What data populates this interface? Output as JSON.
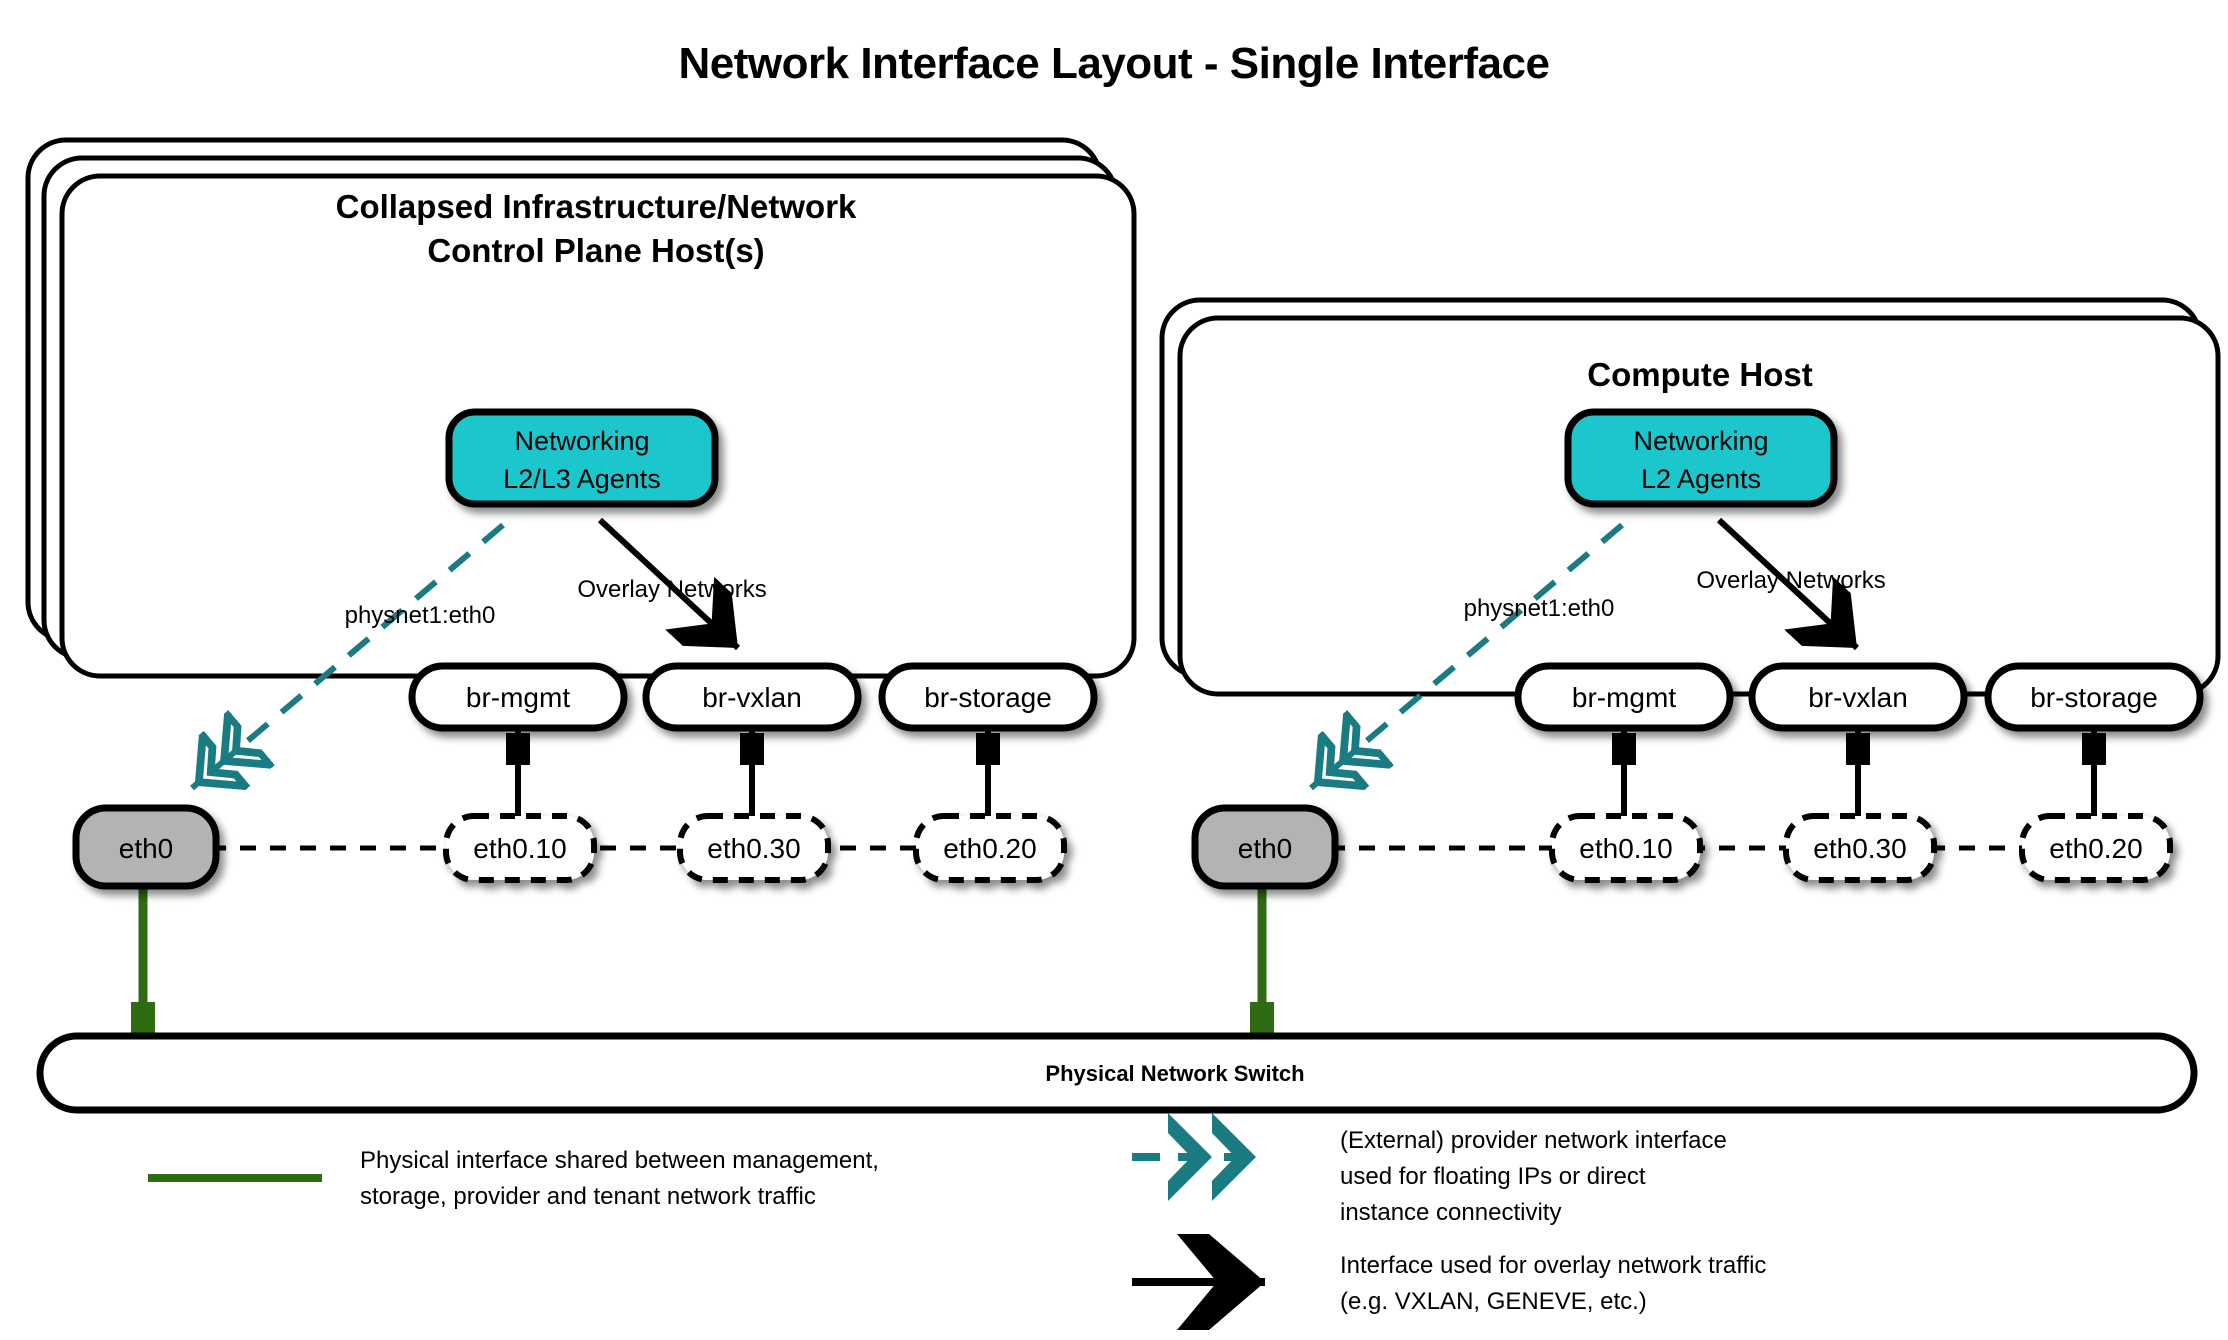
{
  "title": "Network Interface Layout - Single Interface",
  "colors": {
    "teal_agent_fill": "#1FC6CD",
    "teal_dashed_line": "#1A7C82",
    "green_physical": "#2E6B14",
    "gray_nic_fill": "#B3B3B3",
    "stroke_black": "#000000",
    "background": "#FFFFFF"
  },
  "hosts": [
    {
      "id": "control-plane-host",
      "title_line1": "Collapsed Infrastructure/Network",
      "title_line2": "Control Plane Host(s)",
      "stack_count": 3,
      "agent": {
        "line1": "Networking",
        "line2": "L2/L3 Agents"
      },
      "edge_labels": {
        "provider": "physnet1:eth0",
        "overlay": "Overlay Networks"
      },
      "nic": "eth0",
      "bridges": [
        {
          "bridge": "br-mgmt",
          "vlan": "eth0.10"
        },
        {
          "bridge": "br-vxlan",
          "vlan": "eth0.30"
        },
        {
          "bridge": "br-storage",
          "vlan": "eth0.20"
        }
      ]
    },
    {
      "id": "compute-host",
      "title_line1": "Compute Host",
      "title_line2": "",
      "stack_count": 2,
      "agent": {
        "line1": "Networking",
        "line2": "L2 Agents"
      },
      "edge_labels": {
        "provider": "physnet1:eth0",
        "overlay": "Overlay Networks"
      },
      "nic": "eth0",
      "bridges": [
        {
          "bridge": "br-mgmt",
          "vlan": "eth0.10"
        },
        {
          "bridge": "br-vxlan",
          "vlan": "eth0.30"
        },
        {
          "bridge": "br-storage",
          "vlan": "eth0.20"
        }
      ]
    }
  ],
  "switch": {
    "label": "Physical Network Switch"
  },
  "legend": [
    {
      "id": "physical-interface",
      "style": "solid-green-line",
      "lines": [
        "Physical interface shared between management,",
        "storage, provider and tenant network traffic"
      ]
    },
    {
      "id": "provider-interface",
      "style": "dashed-teal-arrow",
      "lines": [
        "(External) provider network interface",
        "used for floating IPs or direct",
        "instance connectivity"
      ]
    },
    {
      "id": "overlay-interface",
      "style": "solid-black-arrow",
      "lines": [
        "Interface used for overlay network traffic",
        "(e.g. VXLAN, GENEVE, etc.)"
      ]
    }
  ]
}
